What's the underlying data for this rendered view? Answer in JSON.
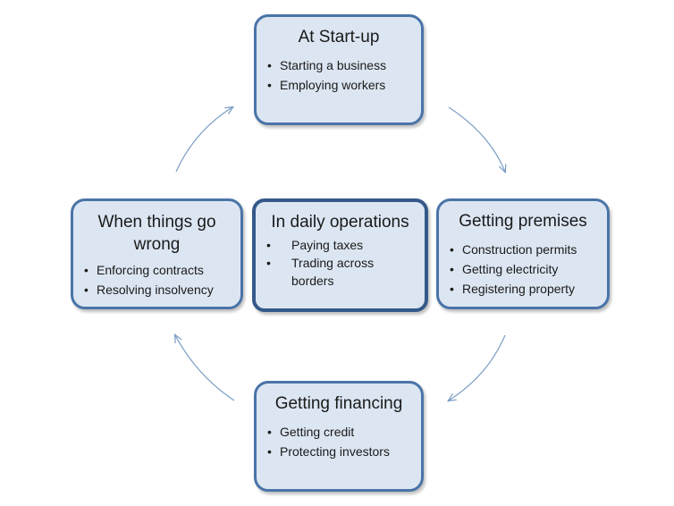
{
  "boxes": {
    "startup": {
      "title": "At Start-up",
      "items": [
        "Starting a business",
        "Employing workers"
      ]
    },
    "premises": {
      "title": "Getting premises",
      "items": [
        "Construction permits",
        "Getting electricity",
        "Registering property"
      ]
    },
    "financing": {
      "title": "Getting financing",
      "items": [
        "Getting credit",
        "Protecting investors"
      ]
    },
    "wrong": {
      "title": "When things go wrong",
      "items": [
        "Enforcing contracts",
        "Resolving insolvency"
      ]
    },
    "daily": {
      "title": "In daily operations",
      "items": [
        "Paying taxes",
        "Trading across borders"
      ]
    }
  },
  "bullet": "•",
  "colors": {
    "box_fill": "#dce6f2",
    "box_border": "#4a74a8",
    "center_border": "#34598a",
    "arrow": "#7b9dc4"
  }
}
